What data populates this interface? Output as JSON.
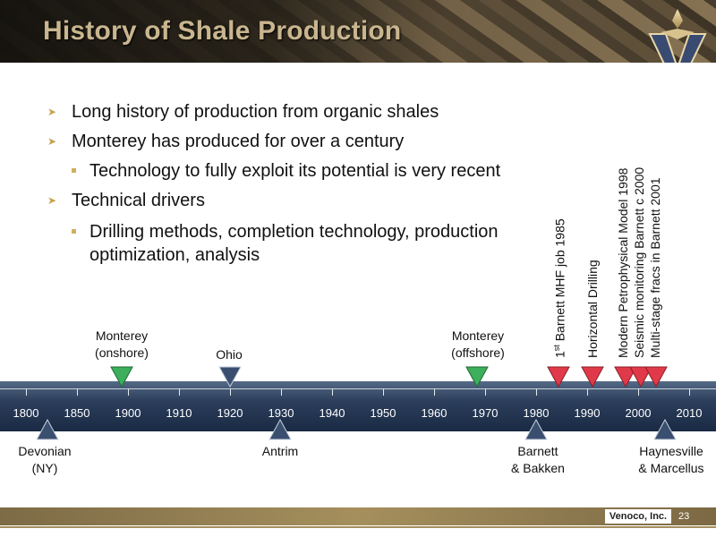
{
  "header": {
    "title": "History of Shale Production"
  },
  "bullets": {
    "b1": "Long history of production from organic shales",
    "b2": "Monterey has produced for over a century",
    "b2_sub": "Technology to fully exploit its potential is very recent",
    "b3": "Technical drivers",
    "b3_sub_line1": "Drilling methods, completion technology, production",
    "b3_sub_line2": "optimization, analysis"
  },
  "timeline": {
    "years": [
      "1800",
      "1850",
      "1900",
      "1910",
      "1920",
      "1930",
      "1940",
      "1950",
      "1960",
      "1970",
      "1980",
      "1990",
      "2000",
      "2010"
    ],
    "above": {
      "monterey_onshore": [
        "Monterey",
        "(onshore)"
      ],
      "ohio": "Ohio",
      "monterey_offshore": [
        "Monterey",
        "(offshore)"
      ]
    },
    "below": {
      "devonian": [
        "Devonian",
        "(NY)"
      ],
      "antrim": "Antrim",
      "barnett_bakken": [
        "Barnett",
        "& Bakken"
      ],
      "haynesville_marcellus": [
        "Haynesville",
        "& Marcellus"
      ]
    },
    "rotated": {
      "barnett_mhf_sup": "st",
      "barnett_mhf_pre": "1",
      "barnett_mhf_rest": " Barnett MHF job 1985",
      "horizontal_drilling": "Horizontal Drilling",
      "petrophysical_model": "Modern Petrophysical Model 1998",
      "seismic_monitoring": "Seismic monitoring Barnett c 2000",
      "multistage_fracs": "Multi-stage fracs in Barnett  2001"
    }
  },
  "footer": {
    "company": "Venoco, Inc.",
    "page": "23"
  },
  "colors": {
    "title": "#c9b68f",
    "timeline_bar": "#2b3e5b",
    "marker_green": "#3cae5c",
    "marker_red": "#e03a4a",
    "marker_navy": "#3a4f70",
    "accent_gold": "#a58f5d"
  }
}
